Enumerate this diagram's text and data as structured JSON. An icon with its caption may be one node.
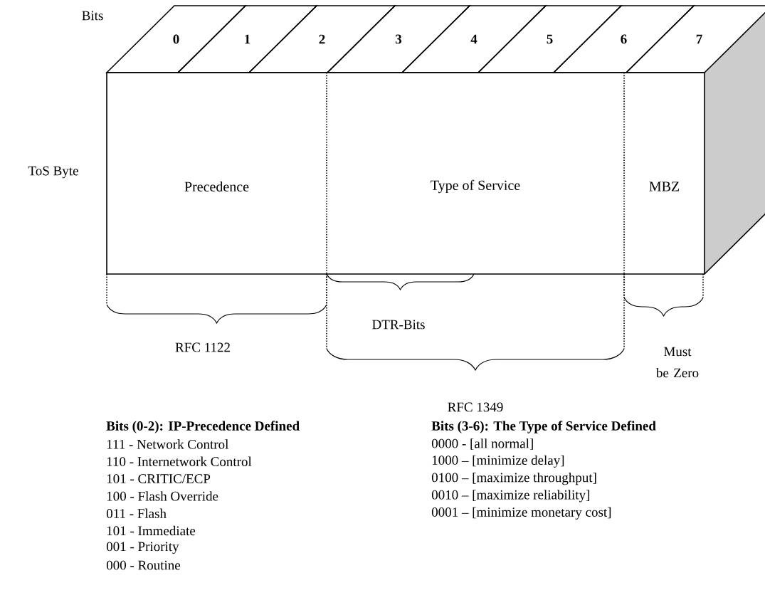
{
  "diagram": {
    "nodes": [
      {
        "text": [
          "0"
        ]
      },
      {
        "text": [
          "1"
        ]
      },
      {
        "text": [
          "2"
        ]
      },
      {
        "text": [
          "3"
        ]
      },
      {
        "text": [
          "4"
        ]
      },
      {
        "text": [
          "5"
        ]
      },
      {
        "text": [
          "6"
        ]
      },
      {
        "text": [
          "7"
        ]
      },
      {
        "text": [
          "Precedence"
        ]
      },
      {
        "text": [
          "Type of Service"
        ]
      },
      {
        "text": [
          "MBZ"
        ]
      }
    ],
    "edges": [],
    "labels": [
      "Bits",
      "ToS Byte",
      "DTR-Bits",
      "RFC 1122",
      "RFC 1349",
      "Must be Zero",
      "Bits (0-2): IP-Precedence Defined",
      "111 - Network Control",
      "110 - Internetwork Control",
      "101 - CRITIC/ECP",
      "100 - Flash Override",
      "011 - Flash",
      "101 - Immediate",
      "001 - Priority",
      "000 - Routine",
      "Bits (3-6): The Type of Service Defined",
      "0000 - [all normal]",
      "1000 – [minimize delay]",
      "0100 – [maximize throughput]",
      "0010 – [maximize reliability]",
      "0001 – [minimize monetary cost]"
    ]
  }
}
